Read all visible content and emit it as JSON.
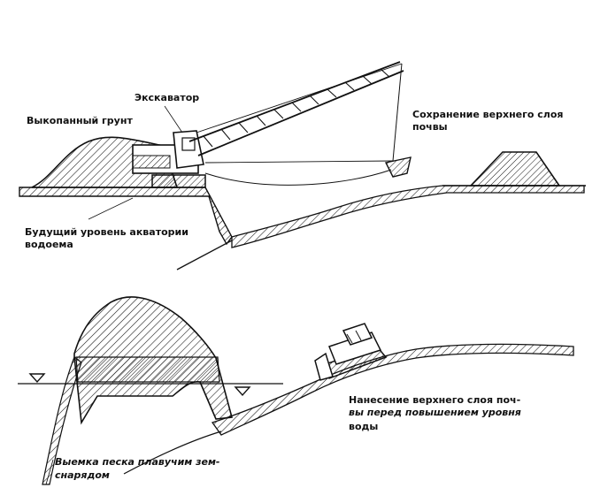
{
  "labels": {
    "excavator": "Экскаватор",
    "dug_soil": "Выкопанный грунт",
    "topsoil_keep_l1": "Сохранение верхнего слоя",
    "topsoil_keep_l2": "почвы",
    "future_level_l1": "Будущий уровень акватории",
    "future_level_l2": "водоема",
    "topsoil_apply_l1": "Нанесение верхнего слоя поч-",
    "topsoil_apply_l2": "вы перед повышением уровня",
    "topsoil_apply_l3": "воды",
    "sand_dredge_l1": "Выемка песка плавучим зем-",
    "sand_dredge_l2": "снарядом"
  },
  "colors": {
    "ink": "#111111",
    "paper": "#ffffff"
  }
}
